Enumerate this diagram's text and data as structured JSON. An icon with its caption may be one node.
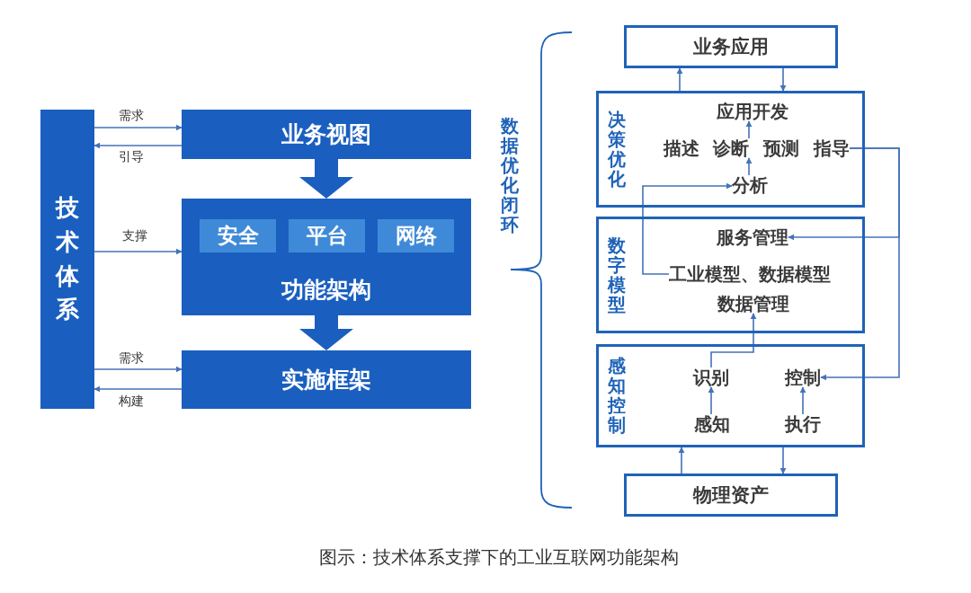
{
  "diagram": {
    "caption": "图示：技术体系支撑下的工业互联网功能架构",
    "nodes": [
      {
        "text": [
          "技术体系"
        ]
      },
      {
        "text": [
          "业务视图"
        ]
      },
      {
        "text": [
          "功能架构"
        ]
      },
      {
        "text": [
          "安全"
        ],
        "in": 2
      },
      {
        "text": [
          "平台"
        ],
        "in": 2
      },
      {
        "text": [
          "网络"
        ],
        "in": 2
      },
      {
        "text": [
          "实施框架"
        ]
      },
      {
        "text": [
          "业务应用"
        ]
      },
      {
        "text": [
          "决策优化"
        ]
      },
      {
        "text": [
          "应用开发"
        ],
        "in": 8
      },
      {
        "text": [
          "描述"
        ],
        "in": 8
      },
      {
        "text": [
          "诊断"
        ],
        "in": 8
      },
      {
        "text": [
          "预测"
        ],
        "in": 8
      },
      {
        "text": [
          "指导"
        ],
        "in": 8
      },
      {
        "text": [
          "分析"
        ],
        "in": 8
      },
      {
        "text": [
          "数字模型"
        ]
      },
      {
        "text": [
          "服务管理"
        ],
        "in": 15
      },
      {
        "text": [
          "工业模型、数据模型"
        ],
        "in": 15
      },
      {
        "text": [
          "数据管理"
        ],
        "in": 15
      },
      {
        "text": [
          "感知控制"
        ]
      },
      {
        "text": [
          "识别"
        ],
        "in": 19
      },
      {
        "text": [
          "控制"
        ],
        "in": 19
      },
      {
        "text": [
          "感知"
        ],
        "in": 19
      },
      {
        "text": [
          "执行"
        ],
        "in": 19
      },
      {
        "text": [
          "物理资产"
        ]
      }
    ],
    "edges": [
      {
        "from": 0,
        "to": 1,
        "arrow": "to",
        "label": "需求"
      },
      {
        "from": 1,
        "to": 0,
        "arrow": "to",
        "label": "引导"
      },
      {
        "from": 0,
        "to": 2,
        "arrow": "to",
        "label": "支撑"
      },
      {
        "from": 0,
        "to": 6,
        "arrow": "to",
        "label": "需求"
      },
      {
        "from": 6,
        "to": 0,
        "arrow": "to",
        "label": "构建"
      },
      {
        "from": 1,
        "to": 2,
        "arrow": "to",
        "style": "thick"
      },
      {
        "from": 2,
        "to": 6,
        "arrow": "to",
        "style": "thick"
      },
      {
        "from": 8,
        "to": 7,
        "arrow": "to"
      },
      {
        "from": 7,
        "to": 8,
        "arrow": "to"
      },
      {
        "from": 14,
        "to": 11,
        "arrow": "to"
      },
      {
        "from": 11,
        "to": 9,
        "arrow": "to"
      },
      {
        "from": 17,
        "to": 14,
        "arrow": "to"
      },
      {
        "from": 20,
        "to": 18,
        "arrow": "to"
      },
      {
        "from": 22,
        "to": 20,
        "arrow": "to"
      },
      {
        "from": 23,
        "to": 21,
        "arrow": "to"
      },
      {
        "from": 24,
        "to": 19,
        "arrow": "to"
      },
      {
        "from": 19,
        "to": 24,
        "arrow": "to"
      },
      {
        "from": 13,
        "to": 16,
        "arrow": "to"
      },
      {
        "from": 13,
        "to": 21,
        "arrow": "to"
      }
    ],
    "labels": [
      "数据优化闭环"
    ]
  }
}
